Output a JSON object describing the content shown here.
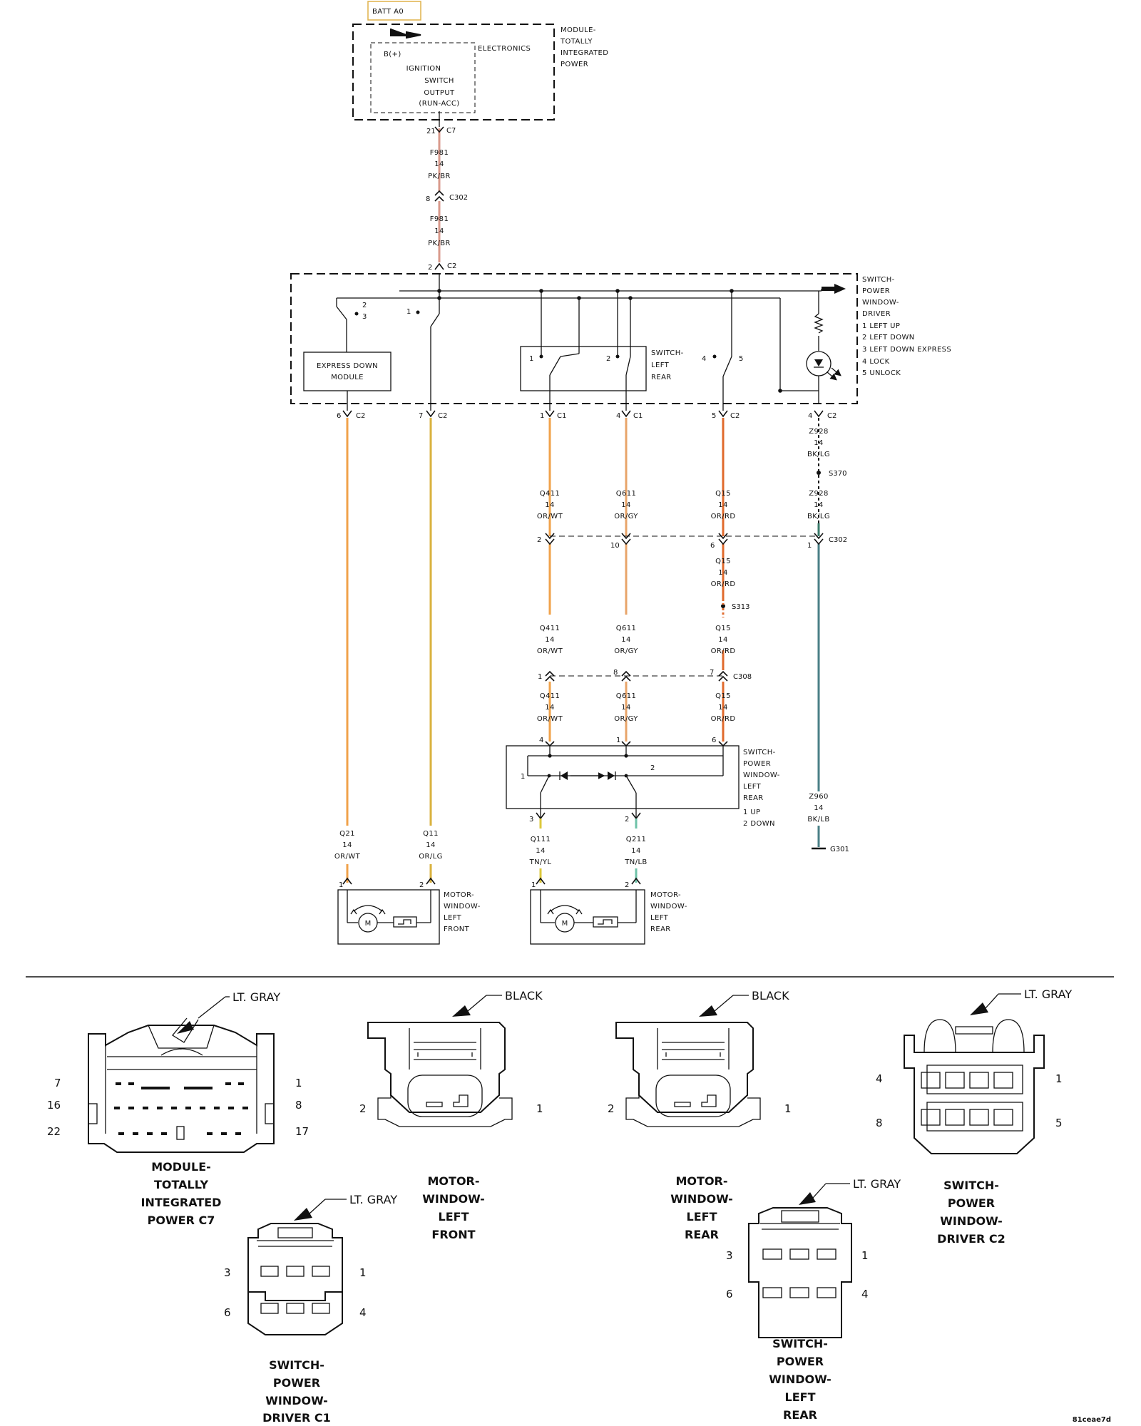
{
  "batt": "BATT A0",
  "tipm": {
    "name": [
      "MODULE-",
      "TOTALLY",
      "INTEGRATED",
      "POWER"
    ],
    "electronics": "ELECTRONICS",
    "bplus": "B(+)",
    "ign": [
      "IGNITION",
      "SWITCH",
      "OUTPUT",
      "(RUN-ACC)"
    ]
  },
  "tipm_out": {
    "pin": "21",
    "conn": "C7",
    "wire_top": [
      "F981",
      "14",
      "PK/BR"
    ],
    "c302_pin": "8",
    "c302": "C302",
    "wire_bot": [
      "F981",
      "14",
      "PK/BR"
    ],
    "sw_pin": "2",
    "sw_conn": "C2"
  },
  "driver_switch": {
    "name": [
      "SWITCH-",
      "POWER",
      "WINDOW-",
      "DRIVER"
    ],
    "legend": [
      "1 LEFT UP",
      "2 LEFT DOWN",
      "3 LEFT DOWN EXPRESS",
      "4 LOCK",
      "5 UNLOCK"
    ],
    "express_module": [
      "EXPRESS DOWN",
      "MODULE"
    ],
    "left_rear_switch": [
      "SWITCH-",
      "LEFT",
      "REAR"
    ],
    "contact_labels": [
      "2",
      "3",
      "1",
      "1",
      "2",
      "4",
      "5"
    ]
  },
  "columns": {
    "express": {
      "pin": "6",
      "conn": "C2",
      "wire": [
        "Q21",
        "14",
        "OR/WT"
      ],
      "motor_pin": "1"
    },
    "up": {
      "pin": "7",
      "conn": "C2",
      "wire": [
        "Q11",
        "14",
        "OR/LG"
      ],
      "motor_pin": "2"
    },
    "q411": {
      "pin": "1",
      "conn": "C1",
      "w1": [
        "Q411",
        "14",
        "OR/WT"
      ],
      "c302_pin": "2",
      "w2": [
        "Q411",
        "14",
        "OR/WT"
      ],
      "c308_pin": "1",
      "w3": [
        "Q411",
        "14",
        "OR/WT"
      ],
      "rs_pin": "4"
    },
    "q611": {
      "pin": "4",
      "conn": "C1",
      "w1": [
        "Q611",
        "14",
        "OR/GY"
      ],
      "c302_pin": "10",
      "w2": [
        "Q611",
        "14",
        "OR/GY"
      ],
      "c308_pin": "8",
      "w3": [
        "Q611",
        "14",
        "OR/GY"
      ],
      "rs_pin": "1"
    },
    "q15": {
      "pin": "5",
      "conn": "C2",
      "w1": [
        "Q15",
        "14",
        "OR/RD"
      ],
      "c302_pin": "6",
      "w2": [
        "Q15",
        "14",
        "OR/RD"
      ],
      "splice": "S313",
      "w3": [
        "Q15",
        "14",
        "OR/RD"
      ],
      "c308_pin": "7",
      "c308": "C308",
      "w4": [
        "Q15",
        "14",
        "OR/RD"
      ],
      "rs_pin": "6"
    },
    "ground": {
      "pin": "4",
      "conn": "C2",
      "w1": [
        "Z928",
        "14",
        "BK/LG"
      ],
      "splice": "S370",
      "w2": [
        "Z928",
        "14",
        "BK/LG"
      ],
      "c302_pin": "1",
      "c302": "C302",
      "w3": [
        "Z960",
        "14",
        "BK/LB"
      ],
      "ground": "G301"
    }
  },
  "rear_switch": {
    "name": [
      "SWITCH-",
      "POWER",
      "WINDOW-",
      "LEFT",
      "REAR"
    ],
    "legend": [
      "1 UP",
      "2 DOWN"
    ],
    "contact_labels": [
      "1",
      "2"
    ],
    "out_left": {
      "pin": "3",
      "wire": [
        "Q111",
        "14",
        "TN/YL"
      ],
      "motor_pin": "1"
    },
    "out_right": {
      "pin": "2",
      "wire": [
        "Q211",
        "14",
        "TN/LB"
      ],
      "motor_pin": "2"
    }
  },
  "motor_front": {
    "name": [
      "MOTOR-",
      "WINDOW-",
      "LEFT",
      "FRONT"
    ],
    "symbol": "M"
  },
  "motor_rear": {
    "name": [
      "MOTOR-",
      "WINDOW-",
      "LEFT",
      "REAR"
    ],
    "symbol": "M"
  },
  "connectors": [
    {
      "color": "LT. GRAY",
      "caption": [
        "MODULE-",
        "TOTALLY",
        "INTEGRATED",
        "POWER C7"
      ],
      "pins": [
        "7",
        "16",
        "22",
        "1",
        "8",
        "17"
      ]
    },
    {
      "color": "BLACK",
      "caption": [
        "MOTOR-",
        "WINDOW-",
        "LEFT",
        "FRONT"
      ],
      "pins": [
        "2",
        "1"
      ]
    },
    {
      "color": "BLACK",
      "caption": [
        "MOTOR-",
        "WINDOW-",
        "LEFT",
        "REAR"
      ],
      "pins": [
        "2",
        "1"
      ]
    },
    {
      "color": "LT. GRAY",
      "caption": [
        "SWITCH-",
        "POWER",
        "WINDOW-",
        "DRIVER C2"
      ],
      "pins": [
        "4",
        "8",
        "1",
        "5"
      ]
    },
    {
      "color": "LT. GRAY",
      "caption": [
        "SWITCH-",
        "POWER",
        "WINDOW-",
        "DRIVER C1"
      ],
      "pins": [
        "3",
        "6",
        "1",
        "4"
      ]
    },
    {
      "color": "LT. GRAY",
      "caption": [
        "SWITCH-",
        "POWER",
        "WINDOW-",
        "LEFT",
        "REAR"
      ],
      "pins": [
        "3",
        "6",
        "1",
        "4"
      ]
    }
  ],
  "figure_id": "81ceae7d",
  "colors": {
    "pk_br": "#d99a8c",
    "or_wt": "#f0a24a",
    "or_lg": "#d9b23e",
    "or_gy": "#e8a46a",
    "or_rd": "#e06a2c",
    "bk_lg": "#3a7a6a",
    "bk_lb": "#4a7f86",
    "tn_yl": "#dcc83c",
    "tn_lb": "#6ec2a8"
  }
}
